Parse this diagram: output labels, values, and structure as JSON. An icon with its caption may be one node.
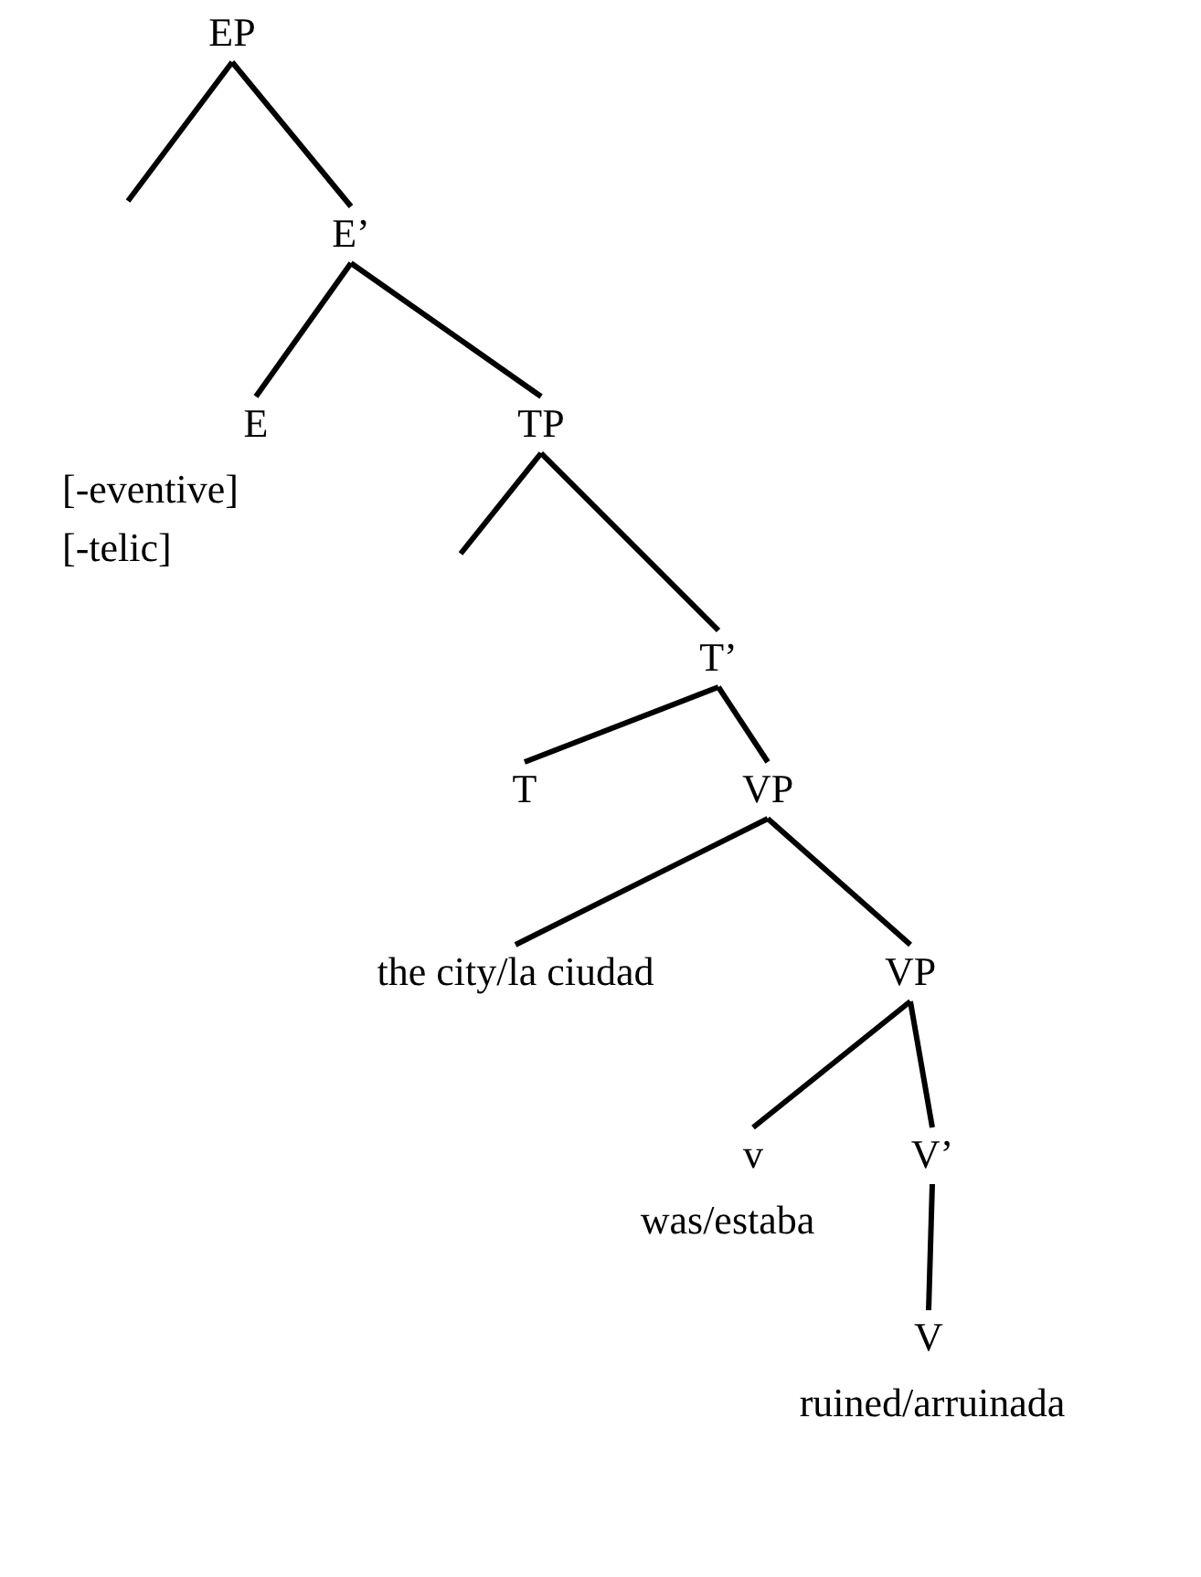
{
  "diagram": {
    "nodes": [
      {
        "text": [
          "EP"
        ]
      },
      {
        "text": [
          "E’"
        ]
      },
      {
        "text": [
          "E"
        ],
        "beside": [
          "[-eventive]",
          "[-telic]"
        ]
      },
      {
        "text": [
          "TP"
        ]
      },
      {
        "text": [
          "T’"
        ]
      },
      {
        "text": [
          "T"
        ]
      },
      {
        "text": [
          "VP"
        ]
      },
      {
        "text": [
          "the city/la ciudad"
        ]
      },
      {
        "text": [
          "VP"
        ]
      },
      {
        "text": [
          "v"
        ],
        "beside": [
          "was/estaba"
        ]
      },
      {
        "text": [
          "V’"
        ]
      },
      {
        "text": [
          "V"
        ],
        "beside": [
          "ruined/arruinada"
        ]
      }
    ],
    "edges": [
      {
        "from": 0,
        "to": null,
        "arrow": "none"
      },
      {
        "from": 0,
        "to": 1,
        "arrow": "none"
      },
      {
        "from": 1,
        "to": 2,
        "arrow": "none"
      },
      {
        "from": 1,
        "to": 3,
        "arrow": "none"
      },
      {
        "from": 3,
        "to": null,
        "arrow": "none"
      },
      {
        "from": 3,
        "to": 4,
        "arrow": "none"
      },
      {
        "from": 4,
        "to": 5,
        "arrow": "none"
      },
      {
        "from": 4,
        "to": 6,
        "arrow": "none"
      },
      {
        "from": 6,
        "to": 7,
        "arrow": "none"
      },
      {
        "from": 6,
        "to": 8,
        "arrow": "none"
      },
      {
        "from": 8,
        "to": 9,
        "arrow": "none"
      },
      {
        "from": 8,
        "to": 10,
        "arrow": "none"
      },
      {
        "from": 10,
        "to": 11,
        "arrow": "none"
      }
    ]
  }
}
